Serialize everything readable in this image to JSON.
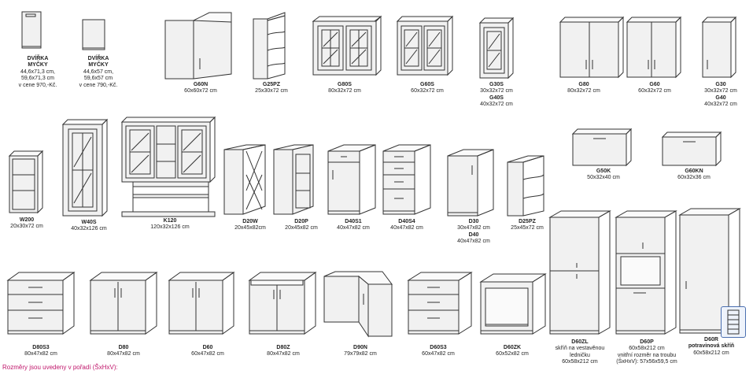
{
  "products": [
    {
      "id": "dvirka1",
      "lines": [
        "DVÍŘKA",
        "MYČKY",
        "44,6x71,3 cm,",
        "59,6x71,3 cm",
        "v cene 970,-Kč."
      ]
    },
    {
      "id": "dvirka2",
      "lines": [
        "DVÍŘKA",
        "MYČKY",
        "44,6x57 cm,",
        "59,6x57 cm",
        "v cene 790,-Kč."
      ]
    },
    {
      "id": "g60n",
      "lines": [
        "G60N",
        "60x60x72 cm"
      ]
    },
    {
      "id": "g25pz",
      "lines": [
        "G25PZ",
        "25x30x72 cm"
      ]
    },
    {
      "id": "g80s",
      "lines": [
        "G80S",
        "80x32x72 cm"
      ]
    },
    {
      "id": "g60s",
      "lines": [
        "G60S",
        "60x32x72 cm"
      ]
    },
    {
      "id": "g30s",
      "lines": [
        "G30S",
        "30x32x72 cm",
        "G40S",
        "40x32x72 cm"
      ]
    },
    {
      "id": "g80",
      "lines": [
        "G80",
        "80x32x72 cm"
      ]
    },
    {
      "id": "g60",
      "lines": [
        "G60",
        "60x32x72 cm"
      ]
    },
    {
      "id": "g30",
      "lines": [
        "G30",
        "30x32x72 cm",
        "G40",
        "40x32x72 cm"
      ]
    },
    {
      "id": "w200",
      "lines": [
        "W200",
        "20x30x72 cm"
      ]
    },
    {
      "id": "w40s",
      "lines": [
        "W40S",
        "40x32x126 cm"
      ]
    },
    {
      "id": "k120",
      "lines": [
        "K120",
        "120x32x126 cm"
      ]
    },
    {
      "id": "d20w",
      "lines": [
        "D20W",
        "20x45x82cm"
      ]
    },
    {
      "id": "d20p",
      "lines": [
        "D20P",
        "20x45x82 cm"
      ]
    },
    {
      "id": "d40s1",
      "lines": [
        "D40S1",
        "40x47x82 cm"
      ]
    },
    {
      "id": "d40s4",
      "lines": [
        "D40S4",
        "40x47x82 cm"
      ]
    },
    {
      "id": "d30",
      "lines": [
        "D30",
        "30x47x82 cm",
        "D40",
        "40x47x82 cm"
      ]
    },
    {
      "id": "d25pz",
      "lines": [
        "D25PZ",
        "25x45x72 cm"
      ]
    },
    {
      "id": "g50k",
      "lines": [
        "G50K",
        "50x32x40 cm"
      ]
    },
    {
      "id": "g60kn",
      "lines": [
        "G60KN",
        "60x32x36 cm"
      ]
    },
    {
      "id": "d80s3",
      "lines": [
        "D80S3",
        "80x47x82 cm"
      ]
    },
    {
      "id": "d80",
      "lines": [
        "D80",
        "80x47x82 cm"
      ]
    },
    {
      "id": "d60",
      "lines": [
        "D60",
        "60x47x82 cm"
      ]
    },
    {
      "id": "d80z",
      "lines": [
        "D80Z",
        "80x47x82 cm"
      ]
    },
    {
      "id": "d90n",
      "lines": [
        "D90N",
        "79x79x82 cm"
      ]
    },
    {
      "id": "d60s3",
      "lines": [
        "D60S3",
        "60x47x82 cm"
      ]
    },
    {
      "id": "d60zk",
      "lines": [
        "D60ZK",
        "60x52x82 cm"
      ]
    },
    {
      "id": "d60zl",
      "lines": [
        "D60ZL",
        "skříň na vestavěnou",
        "ledničku",
        "60x58x212 cm"
      ]
    },
    {
      "id": "d60p",
      "lines": [
        "D60P",
        "60x58x212 cm",
        "vnitřní rozměr na troubu",
        "(ŠxHxV): 57x56x59,5 cm"
      ]
    },
    {
      "id": "d60r",
      "lines": [
        "D60R",
        "potravinová skříň",
        "60x58x212 cm"
      ]
    }
  ],
  "footer": "Rozměry jsou uvedeny v pořadí (ŠxHxV):"
}
